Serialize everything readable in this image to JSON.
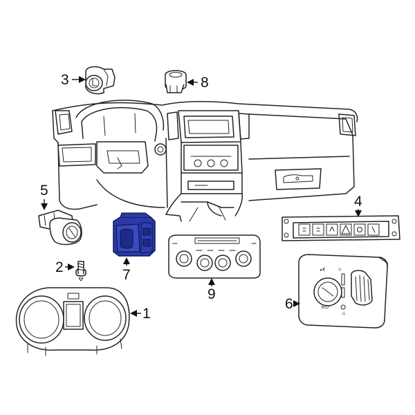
{
  "diagram": {
    "highlight_color": "#2b3aa8",
    "line_color": "#222222",
    "background": "#ffffff",
    "callouts": [
      {
        "id": "1",
        "label": "1",
        "part": "instrument-cluster"
      },
      {
        "id": "2",
        "label": "2",
        "part": "screw"
      },
      {
        "id": "3",
        "label": "3",
        "part": "ignition-switch-small"
      },
      {
        "id": "4",
        "label": "4",
        "part": "switch-bank"
      },
      {
        "id": "5",
        "label": "5",
        "part": "ignition-switch"
      },
      {
        "id": "6",
        "label": "6",
        "part": "headlamp-switch"
      },
      {
        "id": "7",
        "label": "7",
        "part": "highlighted-switch"
      },
      {
        "id": "8",
        "label": "8",
        "part": "push-button-switch"
      },
      {
        "id": "9",
        "label": "9",
        "part": "climate-control"
      }
    ]
  }
}
